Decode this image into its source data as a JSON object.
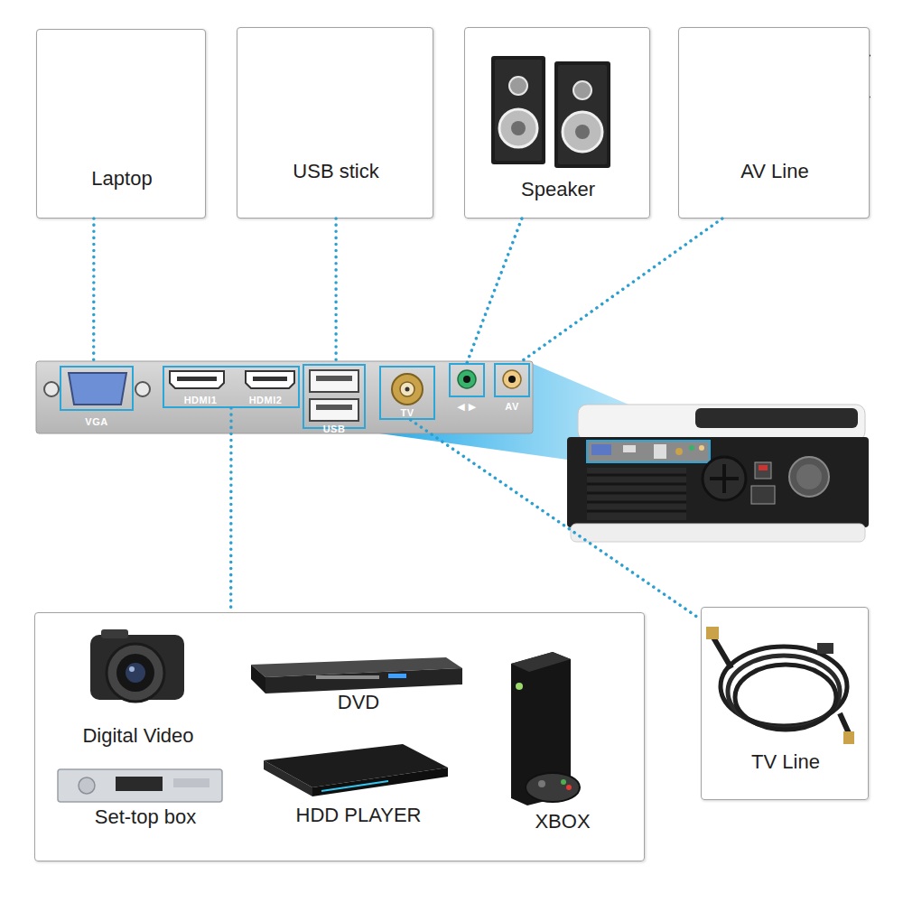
{
  "diagram": {
    "nodes": [
      {
        "text": [
          "Laptop"
        ]
      },
      {
        "text": [
          "USB stick"
        ]
      },
      {
        "text": [
          "Speaker"
        ]
      },
      {
        "text": [
          "AV Line"
        ]
      },
      {
        "text": [
          "VGA"
        ]
      },
      {
        "text": [
          "HDMI1",
          "HDMI2"
        ]
      },
      {
        "text": [
          "USB"
        ]
      },
      {
        "text": [
          "TV"
        ]
      },
      {
        "text": [
          "◀ ▶"
        ]
      },
      {
        "text": [
          "AV"
        ]
      },
      {
        "text": [
          "Digital Video",
          "DVD",
          "XBOX",
          "Set-top box",
          "HDD PLAYER"
        ]
      },
      {
        "text": [
          "TV Line"
        ]
      }
    ],
    "edges": [
      {
        "from": 0,
        "to": 4,
        "arrow": "none"
      },
      {
        "from": 1,
        "to": 6,
        "arrow": "none"
      },
      {
        "from": 2,
        "to": 8,
        "arrow": "none"
      },
      {
        "from": 3,
        "to": 9,
        "arrow": "none"
      },
      {
        "from": 5,
        "to": 10,
        "arrow": "none"
      },
      {
        "from": 7,
        "to": 11,
        "arrow": "none"
      }
    ]
  }
}
